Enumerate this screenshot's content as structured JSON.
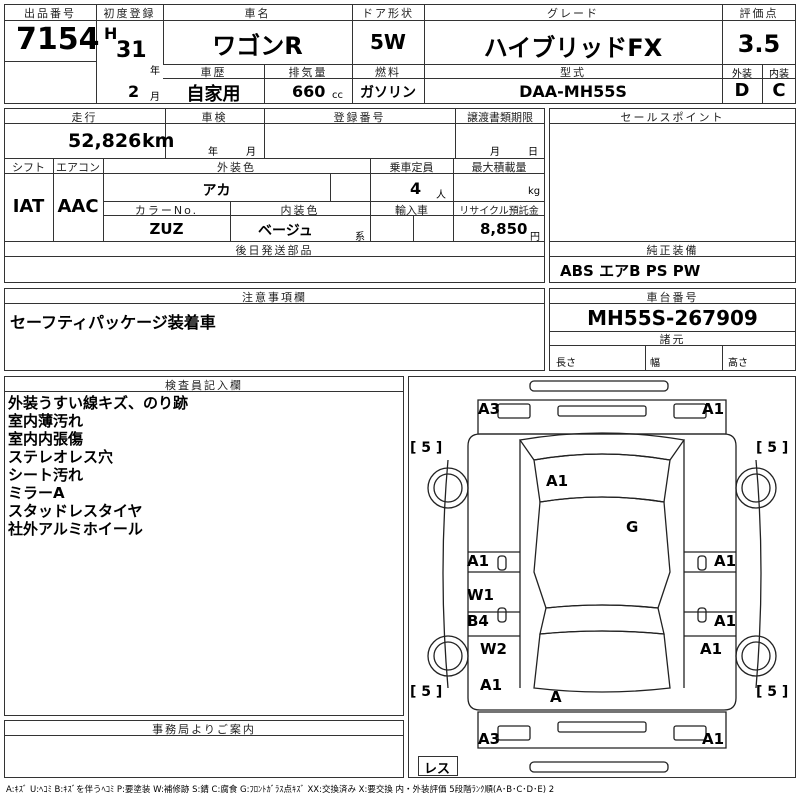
{
  "header": {
    "lot_label": "出品番号",
    "lot_value": "7154",
    "first_reg_label": "初度登録",
    "era_letter": "H",
    "year_value": "31",
    "year_unit": "年",
    "month_value": "2",
    "month_unit": "月",
    "car_name_label": "車名",
    "car_name_value": "ワゴンR",
    "door_label": "ドア形状",
    "door_value": "5W",
    "grade_label": "グレード",
    "grade_value": "ハイブリッドFX",
    "score_label": "評価点",
    "score_value": "3.5",
    "history_label": "車歴",
    "history_value": "自家用",
    "displacement_label": "排気量",
    "displacement_value": "660",
    "displacement_unit": "cc",
    "fuel_label": "燃料",
    "fuel_value": "ガソリン",
    "model_label": "型式",
    "model_value": "DAA-MH55S",
    "ext_label": "外装",
    "ext_value": "D",
    "int_label": "内装",
    "int_value": "C"
  },
  "row2": {
    "mileage_label": "走行",
    "mileage_value": "52,826",
    "mileage_unit": "km",
    "inspection_label": "車検",
    "insp_year": "年",
    "insp_month": "月",
    "regnum_label": "登録番号",
    "transfer_label": "譲渡書類期限",
    "transfer_month": "月",
    "transfer_day": "日",
    "shift_label": "シフト",
    "shift_value": "IAT",
    "ac_label": "エアコン",
    "ac_value": "AAC",
    "color_label": "外装色",
    "color_value": "アカ",
    "capacity_label": "乗車定員",
    "capacity_value": "4",
    "capacity_unit": "人",
    "maxload_label": "最大積載量",
    "maxload_unit": "kg",
    "colorno_label": "カラーNo.",
    "colorno_value": "ZUZ",
    "interior_label": "内装色",
    "interior_value": "ベージュ",
    "interior_unit": "系",
    "import_label": "輸入車",
    "recycle_label": "リサイクル預託金",
    "recycle_value": "8,850",
    "recycle_unit": "円",
    "later_label": "後日発送部品"
  },
  "sales": {
    "label": "セールスポイント"
  },
  "equipment": {
    "label": "純正装備",
    "value": "ABS エアB PS PW"
  },
  "notes": {
    "label": "注意事項欄",
    "value": "セーフティパッケージ装着車"
  },
  "chassis": {
    "label": "車台番号",
    "value": "MH55S-267909"
  },
  "specs": {
    "label": "諸元",
    "length": "長さ",
    "width": "幅",
    "height": "高さ"
  },
  "inspector": {
    "label": "検査員記入欄",
    "lines": [
      "外装うすい線キズ、のり跡",
      "室内薄汚れ",
      "室内内張傷",
      "ステレオレス穴",
      "シート汚れ",
      "ミラーA",
      "スタッドレスタイヤ",
      "社外アルミホイール"
    ]
  },
  "office": {
    "label": "事務局よりご案内"
  },
  "diagram": {
    "marks": {
      "front_left": "A3",
      "front_right": "A1",
      "hood": "A1",
      "roof": "G",
      "left_front_door": "A1",
      "right_front_door": "A1",
      "left_w1": "W1",
      "left_b4": "B4",
      "right_rear_door": "A1",
      "left_w2": "W2",
      "right_rear": "A1",
      "left_quarter": "A1",
      "tailgate": "A",
      "rear_left": "A3",
      "rear_right": "A1"
    },
    "tire_fl": "[ 5 ]",
    "tire_fr": "[ 5 ]",
    "tire_rl": "[ 5 ]",
    "tire_rr": "[ 5 ]",
    "note": "レス"
  },
  "legend": "A:ｷｽﾞ U:ﾍｺﾐ B:ｷｽﾞを伴うﾍｺﾐ P:要塗装 W:補修跡 S:錆 C:腐食 G:ﾌﾛﾝﾄｶﾞﾗｽ点ｷｽﾞ XX:交換済み X:要交換 内・外装評価 5段階ﾗﾝｸ順(A･B･C･D･E) 2"
}
